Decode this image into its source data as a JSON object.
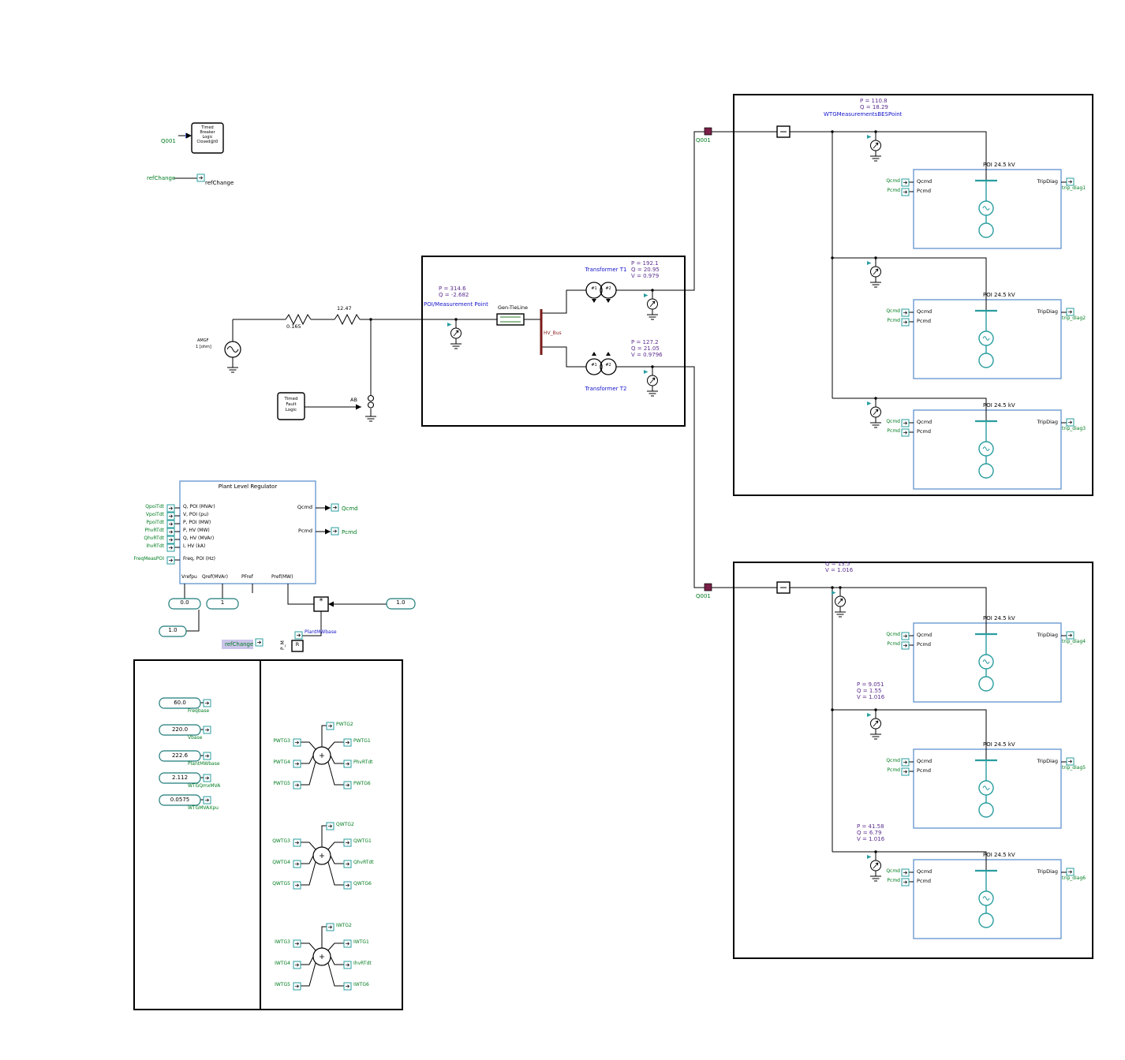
{
  "top_left": {
    "q001": "Q001",
    "breaker_l1": "Timed",
    "breaker_l2": "Breaker",
    "breaker_l3": "Logic",
    "breaker_l4": "Closed@t0",
    "ref_in": "refChange",
    "ref_out": "refChange"
  },
  "grid": {
    "src_l1": "AMGF",
    "src_l2": "1 [ohm]",
    "r1": "0.165",
    "r2": "12.47",
    "fault_l1": "Timed",
    "fault_l2": "Fault",
    "fault_l3": "Logic",
    "fault_type": "AB"
  },
  "station": {
    "poi_p": "P = 314.6",
    "poi_q": "Q = -2.682",
    "poi_label": "POI/Measurement Point",
    "tieline": "Gen-TieLine",
    "bus": "HV_Bus",
    "t1_name": "Transformer T1",
    "t1_w1": "#1",
    "t1_w2": "#2",
    "t1_p": "P = 192.1",
    "t1_q": "Q = 20.95",
    "t1_v": "V = 0.979",
    "t2_name": "Transformer T2",
    "t2_w1": "#1",
    "t2_w2": "#2",
    "t2_p": "P = 127.2",
    "t2_q": "Q = 21.05",
    "t2_v": "V = 0.9796"
  },
  "farm_top": {
    "q001": "Q001",
    "p": "P = 110.8",
    "q": "Q = 18.29",
    "name": "WTGMeasurementsBESPoint"
  },
  "farm_bottom": {
    "q001": "Q001",
    "q": "Q = 13.5",
    "v": "V = 1.016",
    "m5_p": "P = 9.051",
    "m5_q": "Q = 1.55",
    "m5_v": "V = 1.016",
    "m6_p": "P = 41.58",
    "m6_q": "Q = 6.79",
    "m6_v": "V = 1.016"
  },
  "turbines": [
    {
      "poi": "POI 24.5 kV",
      "qcmd_tag": "Qcmd",
      "pcmd_tag": "Pcmd",
      "qcmd_port": "Qcmd",
      "pcmd_port": "Pcmd",
      "trip_port": "TripDiag",
      "trip_tag": "trip_diag1"
    },
    {
      "poi": "POI 24.5 kV",
      "qcmd_tag": "Qcmd",
      "pcmd_tag": "Pcmd",
      "qcmd_port": "Qcmd",
      "pcmd_port": "Pcmd",
      "trip_port": "TripDiag",
      "trip_tag": "trip_diag2"
    },
    {
      "poi": "POI 24.5 kV",
      "qcmd_tag": "Qcmd",
      "pcmd_tag": "Pcmd",
      "qcmd_port": "Qcmd",
      "pcmd_port": "Pcmd",
      "trip_port": "TripDiag",
      "trip_tag": "trip_diag3"
    },
    {
      "poi": "POI 24.5 kV",
      "qcmd_tag": "Qcmd",
      "pcmd_tag": "Pcmd",
      "qcmd_port": "Qcmd",
      "pcmd_port": "Pcmd",
      "trip_port": "TripDiag",
      "trip_tag": "trip_diag4"
    },
    {
      "poi": "POI 24.5 kV",
      "qcmd_tag": "Qcmd",
      "pcmd_tag": "Pcmd",
      "qcmd_port": "Qcmd",
      "pcmd_port": "Pcmd",
      "trip_port": "TripDiag",
      "trip_tag": "trip_diag5"
    },
    {
      "poi": "POI 24.5 kV",
      "qcmd_tag": "Qcmd",
      "pcmd_tag": "Pcmd",
      "qcmd_port": "Qcmd",
      "pcmd_port": "Pcmd",
      "trip_port": "TripDiag",
      "trip_tag": "trip_diag6"
    }
  ],
  "regulator": {
    "title": "Plant Level Regulator",
    "in1": "Q, POI (MVAr)",
    "in2": "V, POI (pu)",
    "in3": "P, POI (MW)",
    "in4": "P, HV (MW)",
    "in5": "Q, HV (MVAr)",
    "in6": "I, HV (kA)",
    "in7": "Freq, POI (Hz)",
    "tag1": "QpoiTdt",
    "tag2": "VpoiTdt",
    "tag3": "PpoiTdt",
    "tag4": "PhvRTdt",
    "tag5": "QhvRTdt",
    "tag6": "IhvRTdt",
    "tag7": "FreqMeasPOI",
    "out_q_port": "Qcmd",
    "out_p_port": "Pcmd",
    "out_q_tag": "Qcmd",
    "out_p_tag": "Pcmd",
    "b1": "Vrefpu",
    "b2": "Qref(MVAr)",
    "b3": "PFref",
    "b4": "Pref(MW)",
    "pill_vref": "0.0",
    "pill_qref": "1",
    "pill_right": "1.0",
    "pill_left": "1.0",
    "mult": "*",
    "mwbase": "PlantMWbase",
    "pm": "P_M",
    "r_block": "R",
    "ref_tag": "refChange"
  },
  "constants": {
    "v1": "60.0",
    "t1": "Freqbase",
    "v2": "220.0",
    "t2": "Vbase",
    "v3": "222.6",
    "t3": "PlantMWbase",
    "v4": "2.112",
    "t4": "WTGQmxMVA",
    "v5": "0.0575",
    "t5": "WTGMVAXpu"
  },
  "sums": [
    {
      "top": "PWTG2",
      "l1": "PWTG3",
      "l2": "PWTG4",
      "l3": "PWTG5",
      "r1": "PWTG1",
      "out": "PhvRTdt",
      "r3": "PWTG6"
    },
    {
      "top": "QWTG2",
      "l1": "QWTG3",
      "l2": "QWTG4",
      "l3": "QWTG5",
      "r1": "QWTG1",
      "out": "QhvRTdt",
      "r3": "QWTG6"
    },
    {
      "top": "IWTG2",
      "l1": "IWTG3",
      "l2": "IWTG4",
      "l3": "IWTG5",
      "r1": "IWTG1",
      "out": "IhvRTdt",
      "r3": "IWTG6"
    }
  ]
}
